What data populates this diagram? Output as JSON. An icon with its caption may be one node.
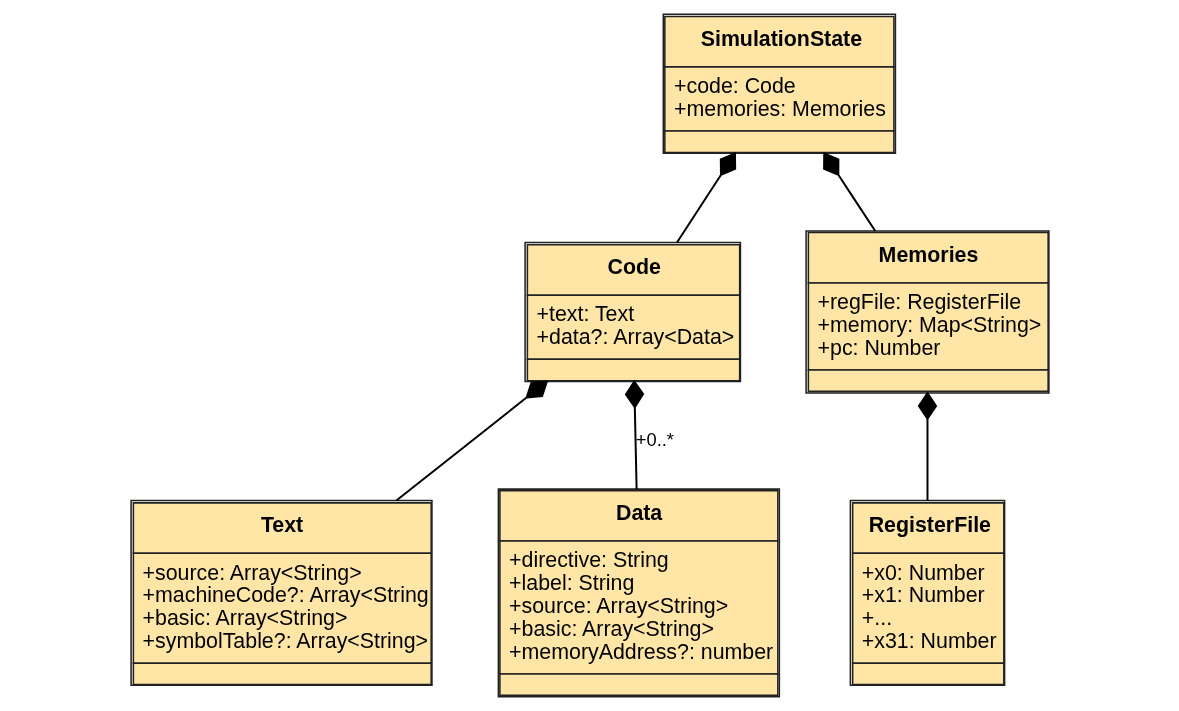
{
  "diagram": {
    "nodes": [
      {
        "text": [
          "SimulationState",
          "+code: Code",
          "+memories: Memories"
        ]
      },
      {
        "text": [
          "Code",
          "+text: Text",
          "+data?: Array<Data>"
        ]
      },
      {
        "text": [
          "Memories",
          "+regFile: RegisterFile",
          "+memory: Map<String>",
          "+pc: Number"
        ]
      },
      {
        "text": [
          "Text",
          "+source: Array<String>",
          "+machineCode?: Array<String",
          "+basic: Array<String>",
          "+symbolTable?: Array<String>"
        ]
      },
      {
        "text": [
          "Data",
          "+directive: String",
          "+label: String",
          "+source: Array<String>",
          "+basic: Array<String>",
          "+memoryAddress?: number"
        ]
      },
      {
        "text": [
          "RegisterFile",
          "+x0: Number",
          "+x1: Number",
          "+...",
          "+x31: Number"
        ]
      }
    ],
    "edges": [
      {
        "from": 0,
        "to": 1,
        "arrow": "other"
      },
      {
        "from": 0,
        "to": 2,
        "arrow": "other"
      },
      {
        "from": 1,
        "to": 3,
        "arrow": "other"
      },
      {
        "from": 1,
        "to": 4,
        "arrow": "other",
        "label": "+0..*"
      },
      {
        "from": 2,
        "to": 5,
        "arrow": "other"
      }
    ]
  }
}
